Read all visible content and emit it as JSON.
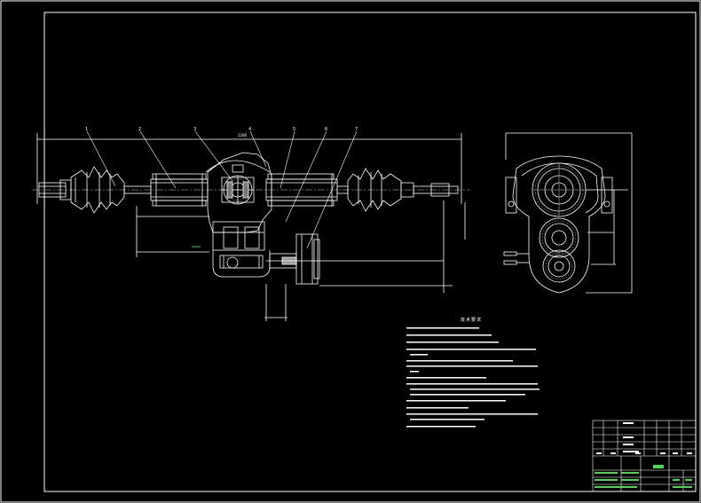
{
  "drawing": {
    "balloons": [
      "1",
      "2",
      "3",
      "4",
      "5",
      "6",
      "7"
    ],
    "colors": {
      "background": "#000000",
      "line": "#ffffff",
      "grid": "#8a8a8a",
      "accent": "#2ecc40",
      "title_text": "#4cd94c"
    }
  },
  "notes": {
    "title": "技术要求"
  }
}
